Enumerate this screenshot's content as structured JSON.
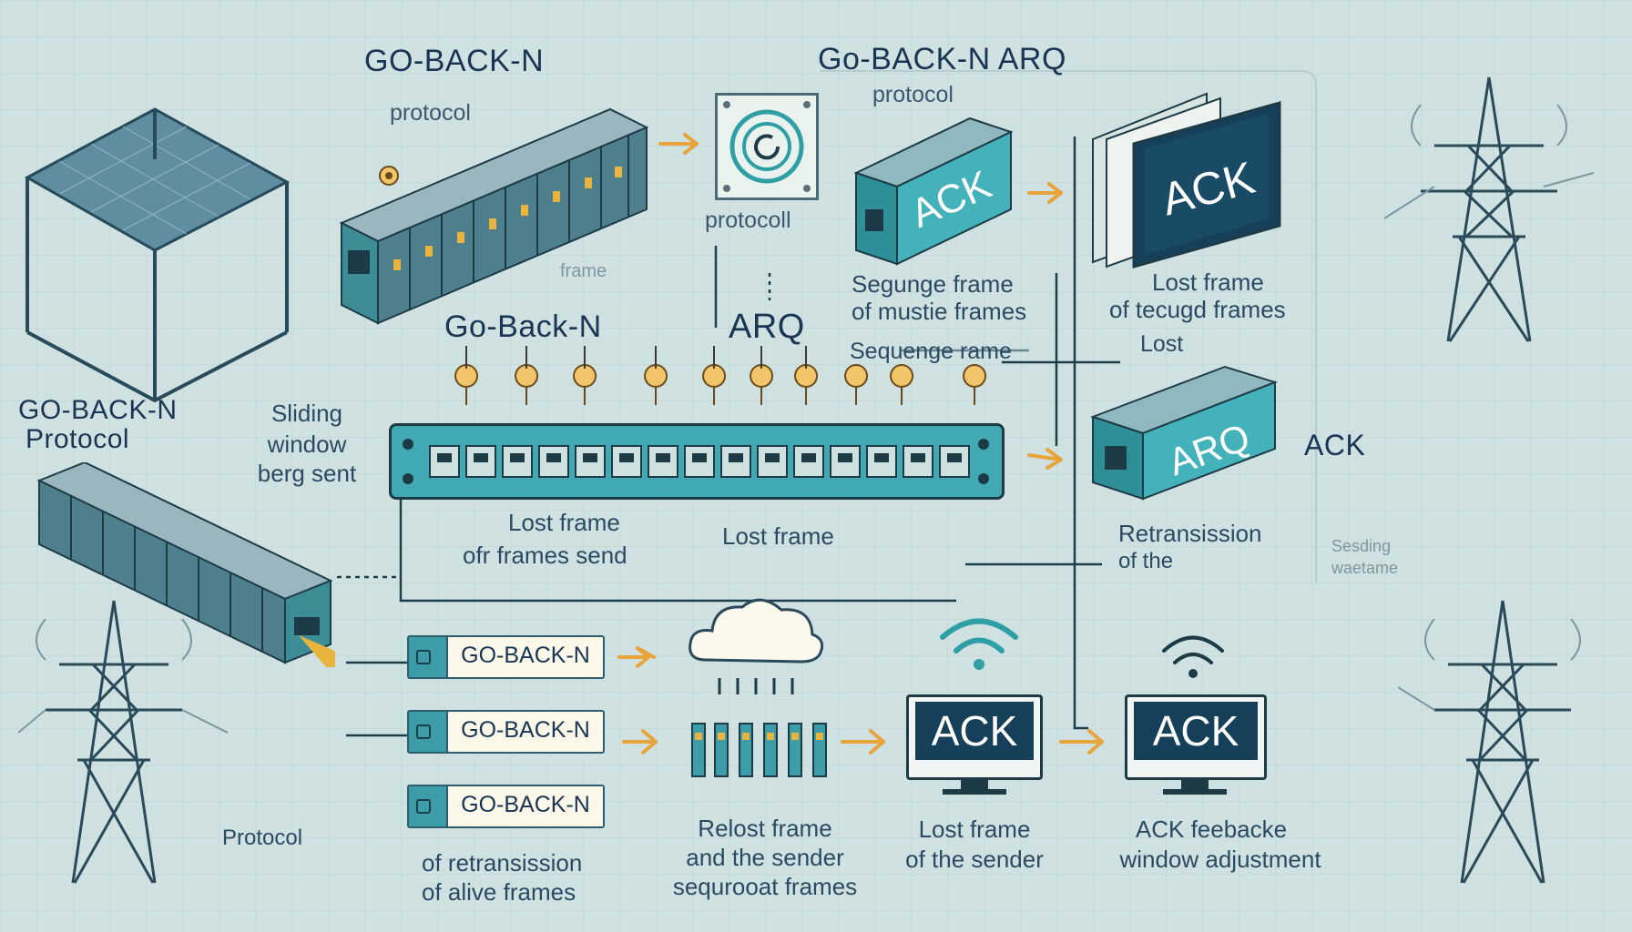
{
  "titles": {
    "top_left": "GO-BACK-N",
    "top_center": "Go-BACK-N ARQ",
    "middle_left": "Go-Back-N",
    "middle_arq": "ARQ",
    "left_block_line1": "GO-BACK-N",
    "left_block_line2": "Protocol"
  },
  "small_labels": {
    "protocol_top_left": "protocol",
    "protocol_top_center": "protocol",
    "protocoll_icon": "protocoll",
    "frame": "frame",
    "protocol_bottom_left": "Protocol"
  },
  "sliding_window": [
    "Sliding",
    "window",
    "berg sent"
  ],
  "ack_device_top": "ACK",
  "ack_device_stack": "ACK",
  "arq_device": "ARQ",
  "ack_label_right": "ACK",
  "captions": {
    "sequence_frame_1": "Segunge frame",
    "sequence_frame_2": "of mustie frames",
    "lost_frame_top_1": "Lost frame",
    "lost_frame_top_2": "of tecugd frames",
    "sequence_frame_mid": "Sequenge rame",
    "lost_right": "Lost",
    "lost_frame_mid_1": "Lost frame",
    "lost_frame_mid_2": "ofr frames send",
    "lost_frame_center": "Lost frame",
    "retransission_1": "Retransission",
    "retransission_2": "of the",
    "faint_right_1": "Sesding",
    "faint_right_2": "waetame"
  },
  "bottom_tags": [
    "GO-BACK-N",
    "GO-BACK-N",
    "GO-BACK-N"
  ],
  "monitors": [
    "ACK",
    "ACK"
  ],
  "bottom_captions": {
    "left_1": "of retransission",
    "left_2": "of alive frames",
    "center_1": "Relost frame",
    "center_2": "and the sender",
    "center_3": "sequrooat frames",
    "mid_1": "Lost frame",
    "mid_2": "of the sender",
    "right_1": "ACK feebacke",
    "right_2": "window adjustment"
  },
  "colors": {
    "background": "#cfe1e1",
    "teal": "#3c9da8",
    "navy": "#183e58",
    "orange": "#e8a33a"
  }
}
